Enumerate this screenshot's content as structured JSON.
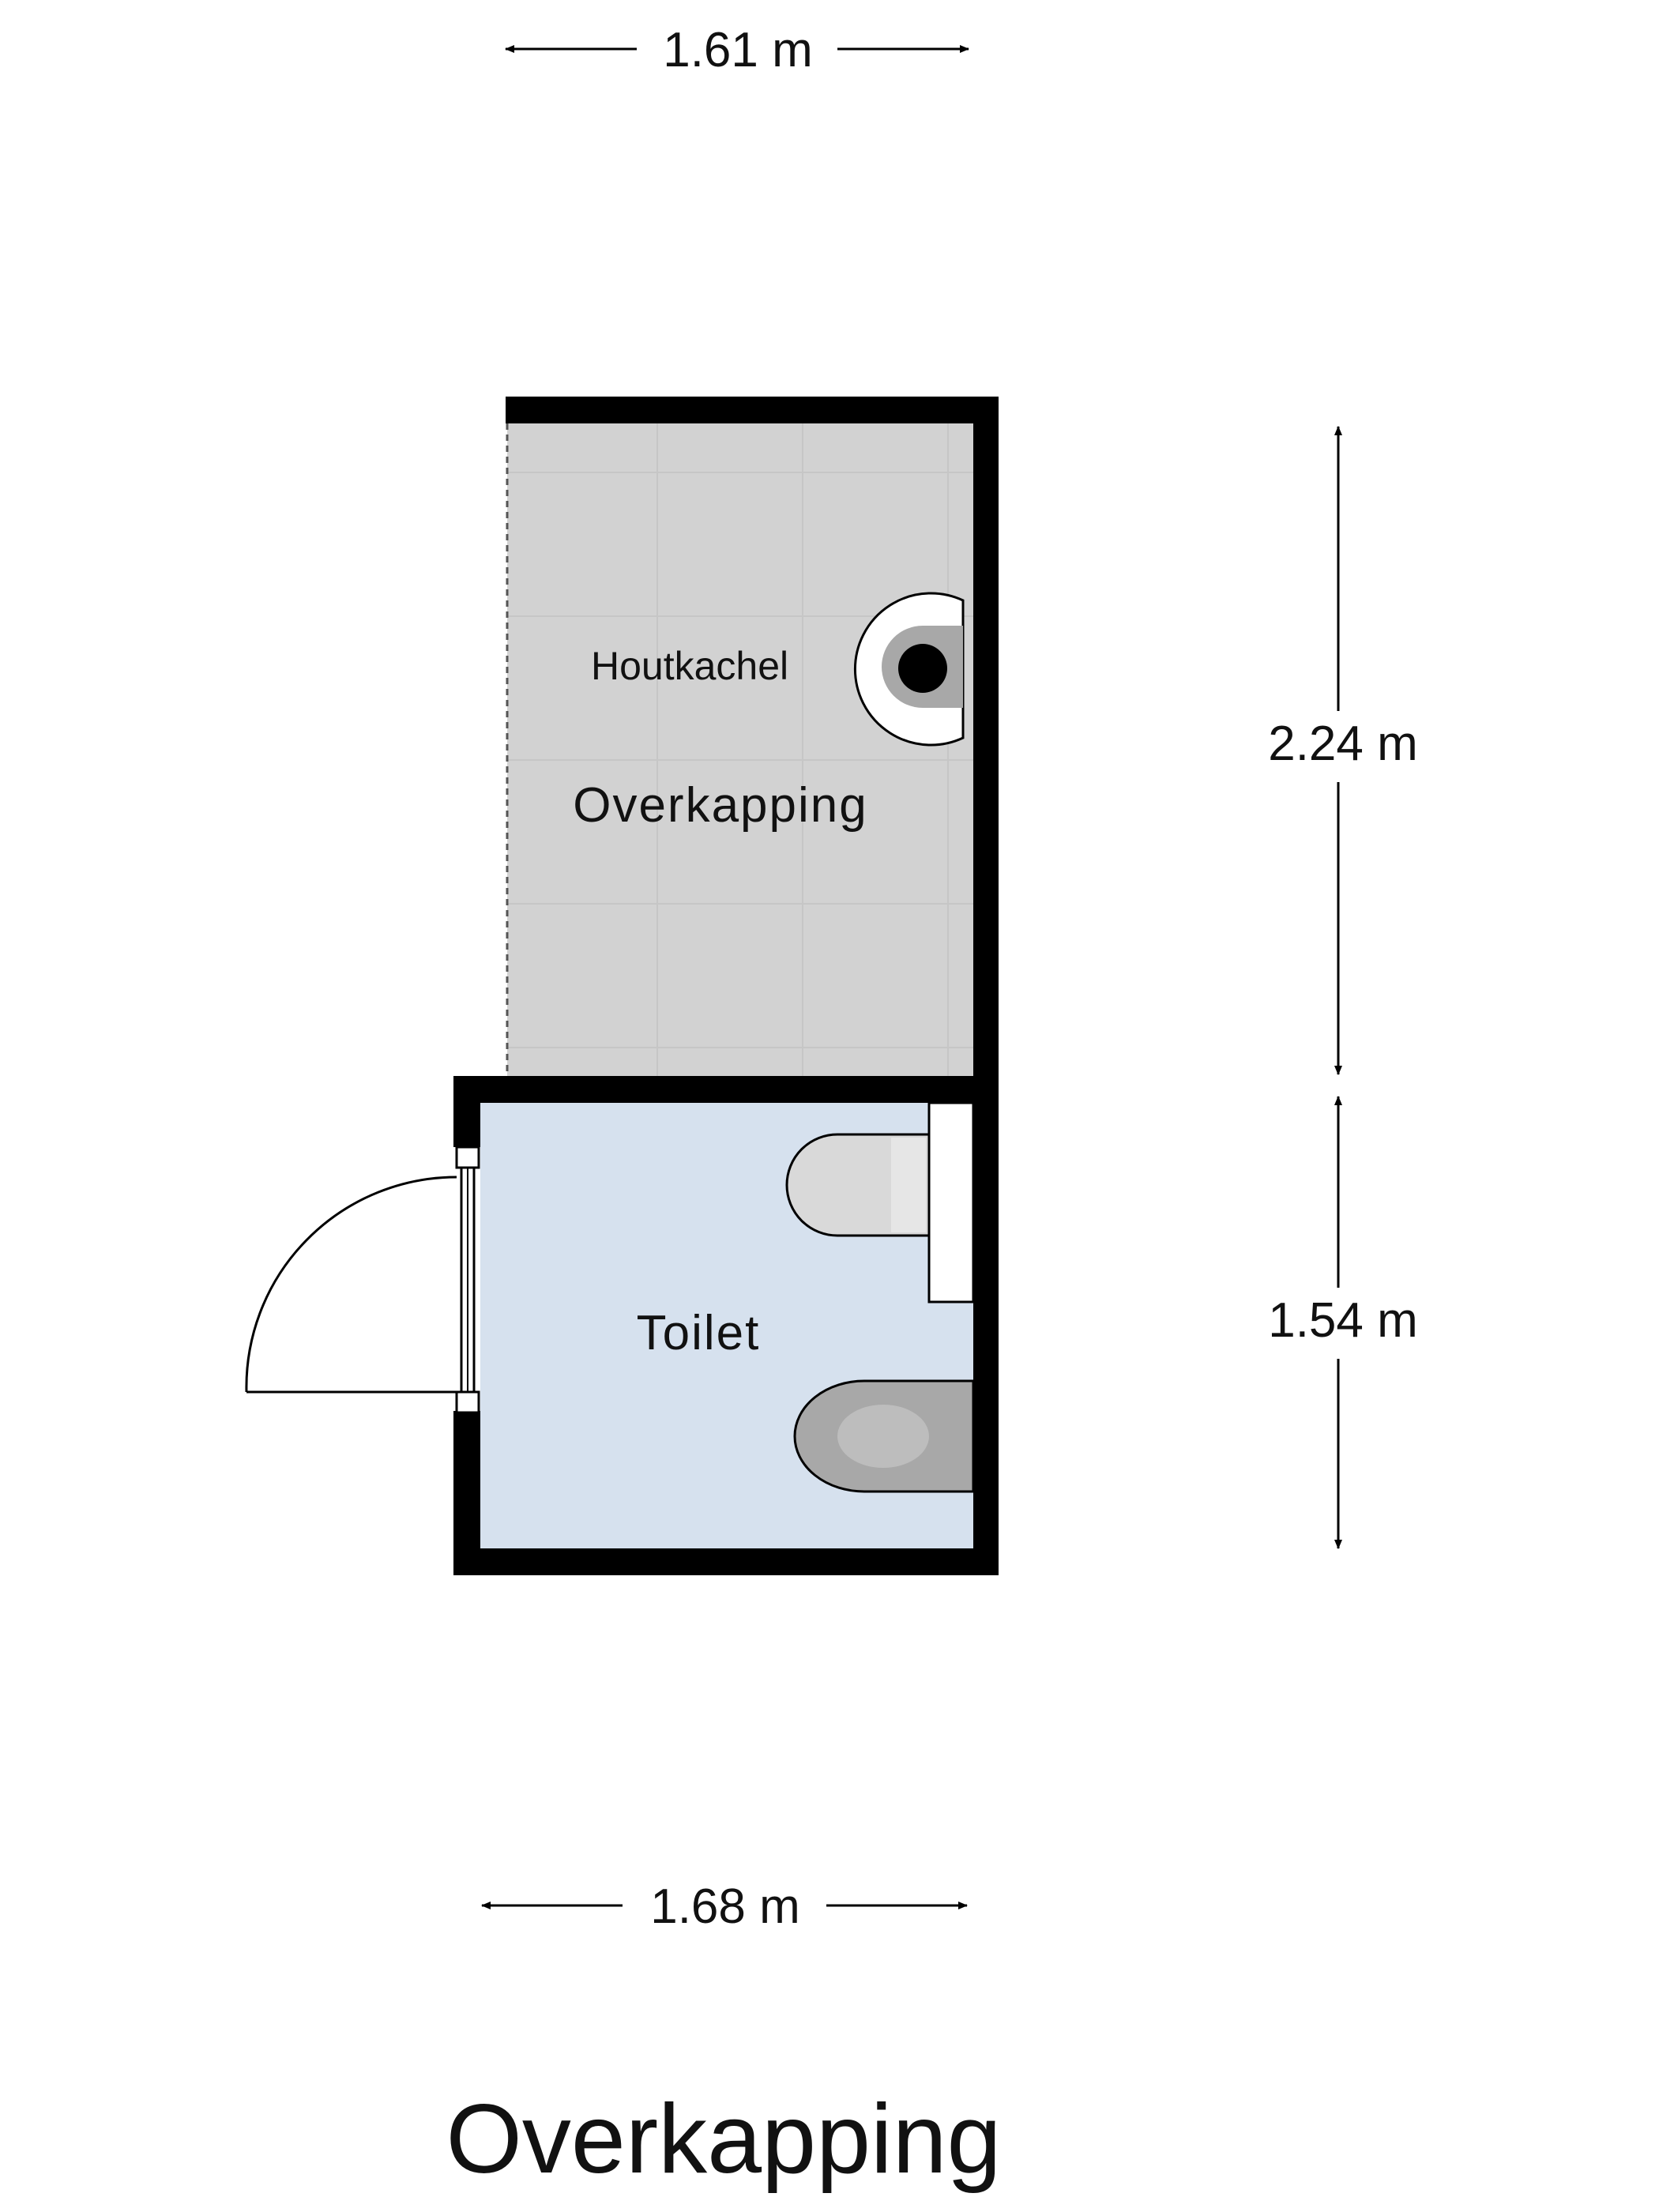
{
  "plan": {
    "title": "Overkapping",
    "rooms": {
      "overkapping": {
        "label": "Overkapping",
        "floor_color": "#d2d2d2"
      },
      "toilet": {
        "label": "Toilet",
        "floor_color": "#d6e1ee"
      }
    },
    "fixtures": {
      "stove": {
        "label": "Houtkachel"
      }
    },
    "dimensions": {
      "top_width": "1.61 m",
      "bottom_width": "1.68 m",
      "upper_height": "2.24 m",
      "lower_height": "1.54 m"
    },
    "colors": {
      "wall": "#000000",
      "fixture_gray": "#a8a8a8",
      "fixture_light": "#d9d9d9"
    }
  }
}
